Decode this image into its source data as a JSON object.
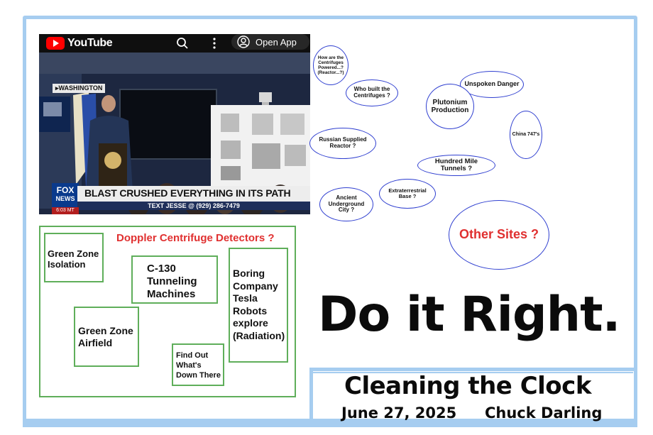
{
  "youtube": {
    "wordmark": "YouTube",
    "open_app_label": "Open App",
    "location_badge": "▸WASHINGTON",
    "chyron": "BLAST CRUSHED EVERYTHING IN ITS PATH",
    "tipline": "TEXT JESSE @ (929) 286-7479",
    "network_line1": "FOX",
    "network_line2": "NEWS",
    "timestamp": "6:03 MT",
    "icons": [
      "play-logo-icon",
      "search-icon",
      "more-vert-icon",
      "account-icon"
    ]
  },
  "bubbles": [
    {
      "name": "bubble-centrifuges-powered",
      "text": "How are the Centrifuges Powered...? (Reactor...?)"
    },
    {
      "name": "bubble-who-built",
      "text": "Who built the Centrifuges ?"
    },
    {
      "name": "bubble-unspoken-danger",
      "text": "Unspoken Danger"
    },
    {
      "name": "bubble-plutonium",
      "text": "Plutonium Production"
    },
    {
      "name": "bubble-china",
      "text": "China 747's"
    },
    {
      "name": "bubble-russian-reactor",
      "text": "Russian Supplied Reactor ?"
    },
    {
      "name": "bubble-hundred-mile",
      "text": "Hundred Mile Tunnels ?"
    },
    {
      "name": "bubble-extraterrestrial",
      "text": "Extraterrestrial Base ?"
    },
    {
      "name": "bubble-ancient-city",
      "text": "Ancient Underground City ?"
    },
    {
      "name": "bubble-other-sites",
      "text": "Other Sites ?"
    }
  ],
  "panel": {
    "heading": "Doppler Centrifuge Detectors ?",
    "boxes": [
      {
        "name": "box-green-zone-isolation",
        "text": "Green Zone Isolation"
      },
      {
        "name": "box-c130-tunneling",
        "text": "C-130 Tunneling Machines"
      },
      {
        "name": "box-boring-company",
        "text": "Boring Company Tesla Robots explore (Radiation)"
      },
      {
        "name": "box-green-zone-airfield",
        "text": "Green Zone Airfield"
      },
      {
        "name": "box-find-out",
        "text": "Find Out What's Down There"
      }
    ]
  },
  "headline": "Do it Right.",
  "footer": {
    "title": "Cleaning the Clock",
    "date": "June 27, 2025",
    "author": "Chuck Darling"
  },
  "colors": {
    "frame": "#a6cdf0",
    "bubble_border": "#2f3fd0",
    "panel_border": "#5fae5a",
    "accent_red": "#e03030"
  }
}
